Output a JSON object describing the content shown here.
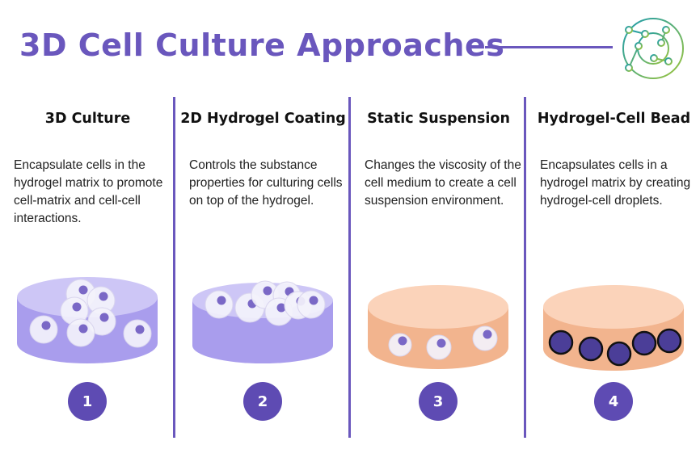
{
  "header": {
    "title": "3D Cell Culture Approaches",
    "logo": "circular-network-logo"
  },
  "colors": {
    "accent": "#6a57bd",
    "badge": "#5e4bb3",
    "dish_purple_side": "#a99ded",
    "dish_purple_top": "#cdc6f6",
    "dish_peach_side": "#f2b48e",
    "dish_peach_top": "#fbd3ba",
    "bead": "#4b3e98"
  },
  "columns": [
    {
      "title": "3D Culture",
      "description": "Encapsulate cells in the hydrogel matrix to promote cell-matrix and cell-cell interactions.",
      "number": "1"
    },
    {
      "title": "2D Hydrogel Coating",
      "description": "Controls the substance properties for culturing cells on top of the hydrogel.",
      "number": "2"
    },
    {
      "title": "Static Suspension",
      "description": "Changes the viscosity of the cell medium to create a cell suspension environment.",
      "number": "3"
    },
    {
      "title": "Hydrogel-Cell Bead",
      "description": "Encapsulates cells in a hydrogel matrix by creating hydrogel-cell droplets.",
      "number": "4"
    }
  ]
}
